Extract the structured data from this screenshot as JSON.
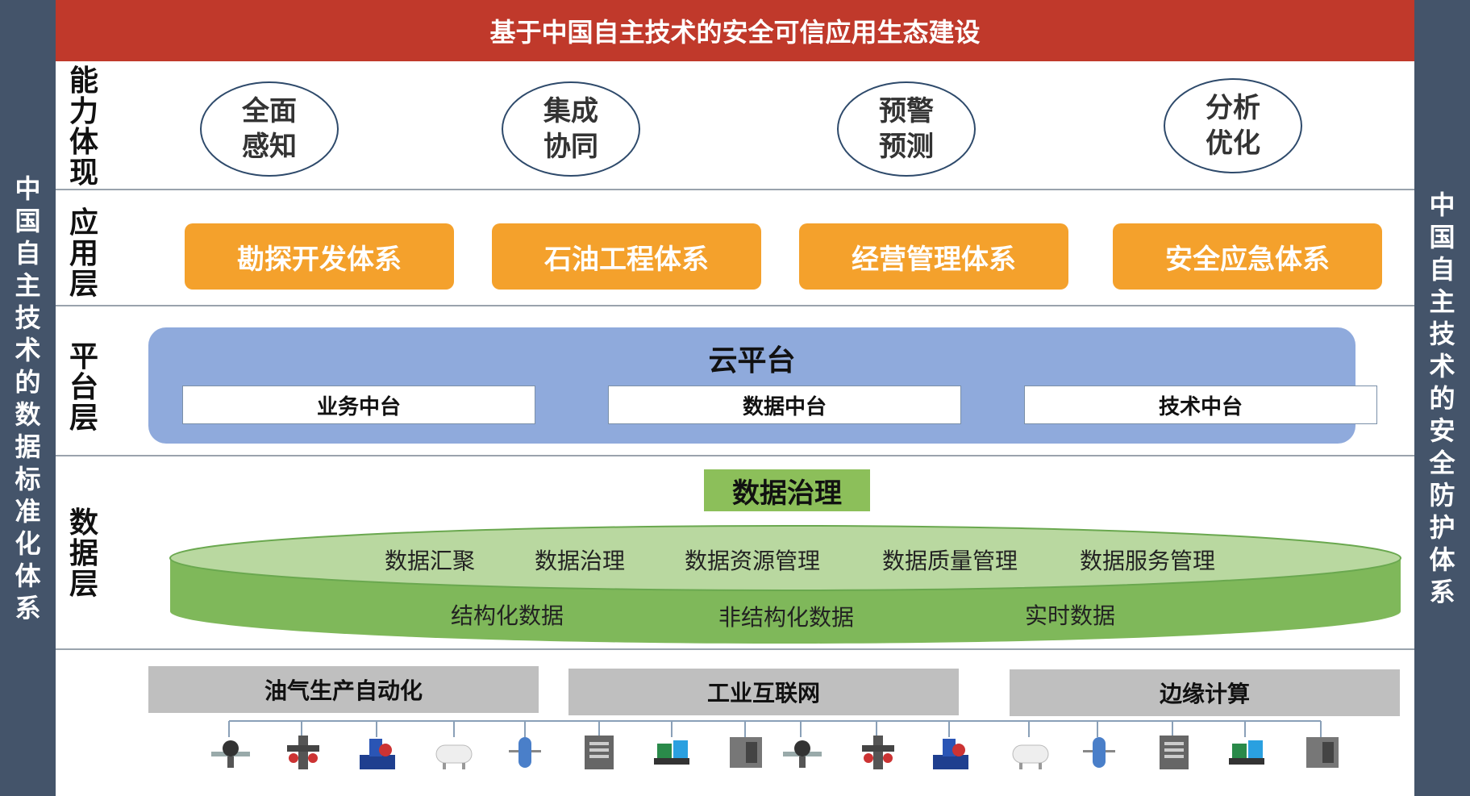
{
  "side_left": "中国自主技术的数据标准化体系",
  "side_right": "中国自主技术的安全防护体系",
  "banner": "基于中国自主技术的安全可信应用生态建设",
  "layers": {
    "capability": {
      "label": "能力体现",
      "ovals": [
        "全面感知",
        "集成协同",
        "预警预测",
        "分析优化"
      ]
    },
    "application": {
      "label": "应用层",
      "boxes": [
        "勘探开发体系",
        "石油工程体系",
        "经营管理体系",
        "安全应急体系"
      ]
    },
    "platform": {
      "label": "平台层",
      "cloud_title": "云平台",
      "middle": [
        "业务中台",
        "数据中台",
        "技术中台"
      ]
    },
    "data": {
      "label": "数据层",
      "governance": "数据治理",
      "row1": [
        "数据汇聚",
        "数据治理",
        "数据资源管理",
        "数据质量管理",
        "数据服务管理"
      ],
      "row2": [
        "结构化数据",
        "非结构化数据",
        "实时数据"
      ]
    },
    "infrastructure": {
      "sources": [
        "油气生产自动化",
        "工业互联网",
        "边缘计算"
      ],
      "equipment_icons": [
        "valve-icon",
        "wellhead-icon",
        "pump-icon",
        "tank-icon",
        "separator-icon",
        "cabinet-icon",
        "compressor-icon",
        "meter-icon",
        "valve-icon",
        "wellhead-icon",
        "pump-icon",
        "tank-icon",
        "separator-icon",
        "cabinet-icon",
        "compressor-icon",
        "meter-icon"
      ]
    }
  },
  "colors": {
    "side": "#44546a",
    "banner": "#c0392b",
    "orange": "#f4a12c",
    "cloud": "#8faadc",
    "green": "#7fb85a",
    "gray": "#bfbfbf"
  }
}
